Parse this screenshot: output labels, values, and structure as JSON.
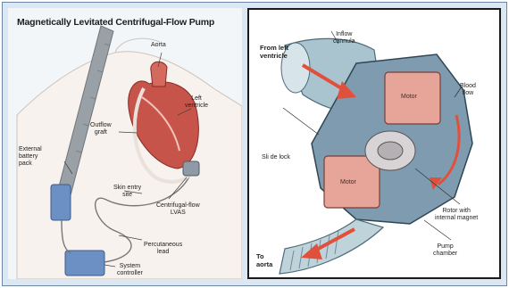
{
  "title": "Magnetically Levitated Centrifugal-Flow Pump",
  "left_labels": {
    "aorta": "Aorta",
    "left_ventricle": [
      "Left",
      "ventricle"
    ],
    "outflow_graft": [
      "Outflow",
      "graft"
    ],
    "external_battery_pack": [
      "External",
      "battery",
      "pack"
    ],
    "skin_entry_site": [
      "Skin entry",
      "site"
    ],
    "centrifugal_flow_lvas": [
      "Centrifugal-flow",
      "LVAS"
    ],
    "percutaneous_lead": [
      "Percutaneous",
      "lead"
    ],
    "system_controller": [
      "System",
      "controller"
    ]
  },
  "right_labels": {
    "from_left_ventricle": [
      "From left",
      "ventricle"
    ],
    "inflow_cannula": [
      "Inflow",
      "cannula"
    ],
    "blood_flow": [
      "Blood",
      "flow"
    ],
    "motor_top": "Motor",
    "motor_bottom": "Motor",
    "slide_lock": "Sli de lock",
    "rotor": [
      "Rotor with",
      "internal magnet"
    ],
    "pump_chamber": [
      "Pump",
      "chamber"
    ],
    "to_aorta": [
      "To",
      "aorta"
    ]
  },
  "colors": {
    "frame": "#6b86a6",
    "background": "#dbe8f3",
    "heart": "#c7544a",
    "arrow": "#e0503a",
    "device": "#7f9bb0",
    "motor": "#e7a59a"
  }
}
